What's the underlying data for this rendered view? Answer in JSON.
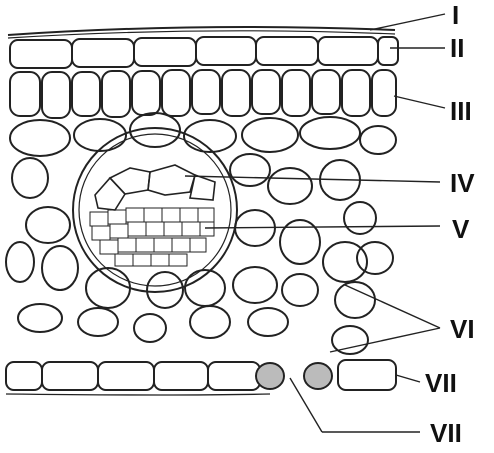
{
  "labels": {
    "cuticle": "I",
    "upper_epidermis": "II",
    "palisade_mesophyll": "III",
    "xylem": "IV",
    "phloem": "V",
    "spongy_mesophyll": "VI",
    "lower_epidermis": "VII",
    "stomata": "VII"
  }
}
